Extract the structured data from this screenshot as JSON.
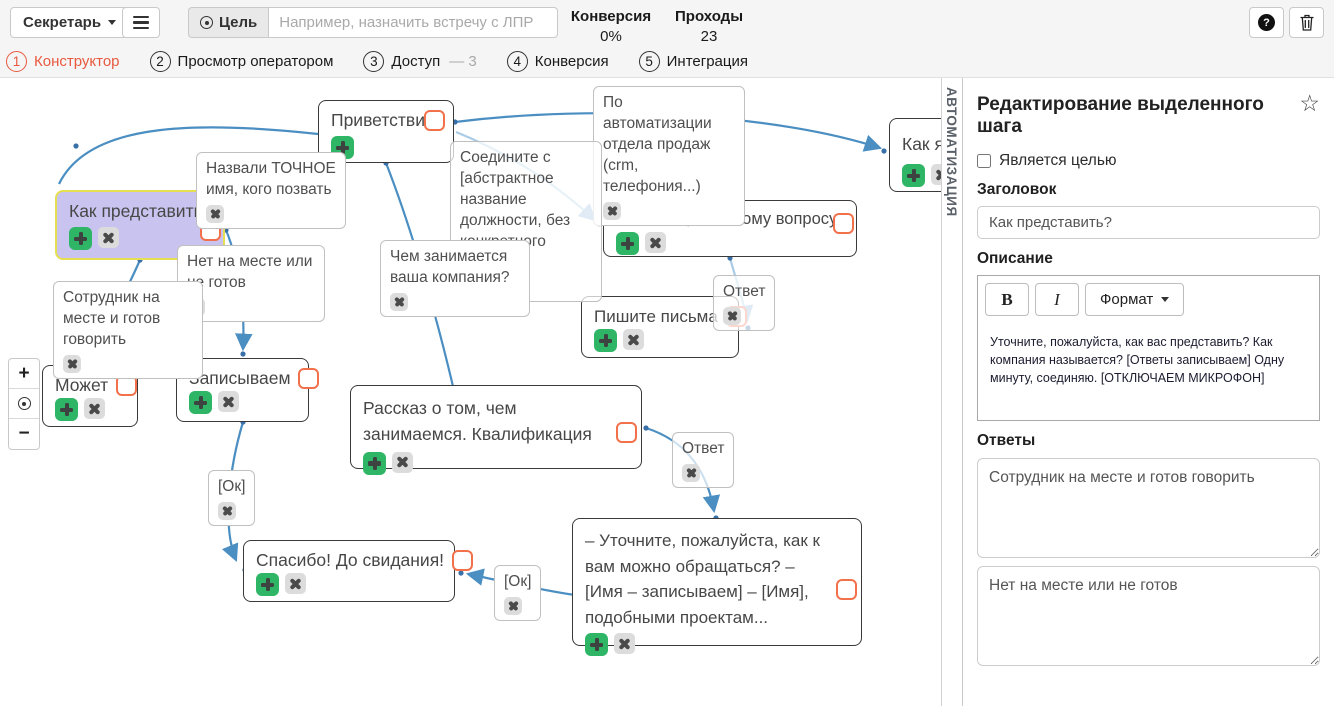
{
  "icons": {
    "caret": "",
    "help": "?",
    "star": "☆"
  },
  "header": {
    "script_button": "Секретарь",
    "goal_button": "Цель",
    "goal_placeholder": "Например, назначить встречу с ЛПР",
    "stat1_label": "Конверсия",
    "stat1_value": "0%",
    "stat2_label": "Проходы",
    "stat2_value": "23"
  },
  "steps": [
    {
      "num": "1",
      "label": "Конструктор"
    },
    {
      "num": "2",
      "label": "Просмотр оператором"
    },
    {
      "num": "3",
      "label": "Доступ",
      "suffix": "— 3"
    },
    {
      "num": "4",
      "label": "Конверсия"
    },
    {
      "num": "5",
      "label": "Интеграция"
    }
  ],
  "automation_tab": "АВТОМАТИЗАЦИЯ",
  "canvas": {
    "zoom_in": "+",
    "zoom_out": "−",
    "nodes": [
      {
        "title": "Приветствие"
      },
      {
        "title": "Как я"
      },
      {
        "title": "Уточните, по какому вопросу"
      },
      {
        "title": "Как представить?"
      },
      {
        "title": "Может"
      },
      {
        "title": "Записываем"
      },
      {
        "title": "Пишите письма"
      },
      {
        "title": "Рассказ о том, чем занимаемся. Квалификация"
      },
      {
        "title": "Спасибо! До свидания!"
      },
      {
        "title": "– Уточните, пожалуйста, как к вам можно обращаться? – [Имя – записываем] – [Имя], подобными проектам..."
      }
    ],
    "labels": [
      {
        "text": "По автоматизации отдела продаж (crm, телефония...)"
      },
      {
        "text": "Соедините с [абстрактное название должности, без конкретного имени]"
      },
      {
        "text": "Назвали ТОЧНОЕ имя, кого позвать"
      },
      {
        "text": "Нет на месте или не готов"
      },
      {
        "text": "Сотрудник на месте и готов говорить"
      },
      {
        "text": "Чем занимается ваша компания?"
      },
      {
        "text": "Ответ"
      },
      {
        "text": "Ответ"
      },
      {
        "text": "[Ок]"
      },
      {
        "text": "[Ок]"
      }
    ]
  },
  "panel": {
    "title": "Редактирование выделенного шага",
    "goal_checkbox_label": "Является целью",
    "title_label": "Заголовок",
    "title_value": "Как представить?",
    "description_label": "Описание",
    "toolbar": {
      "bold": "B",
      "italic": "I",
      "format": "Формат"
    },
    "description_text": "Уточните, пожалуйста, как вас представить? Как компания называется? [Ответы записываем] Одну минуту, соединяю. [ОТКЛЮЧАЕМ МИКРОФОН]",
    "answers_label": "Ответы",
    "answer1": "Сотрудник на месте и готов говорить",
    "answer2": "Нет на месте или не готов"
  }
}
